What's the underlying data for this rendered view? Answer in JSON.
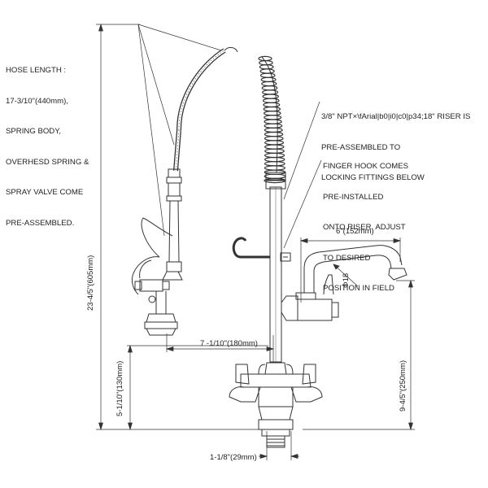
{
  "notes": {
    "hose": [
      "HOSE LENGTH :",
      "17-3/10\"(440mm),",
      "SPRING BODY,",
      "OVERHESD SPRING &",
      "SPRAY VALVE COME",
      "PRE-ASSEMBLED."
    ],
    "riser": [
      "3/8\" NPT×\\fArial|b0|i0|c0|p34;18\" RISER IS",
      "PRE-ASSEMBLED TO",
      "LOCKING FITTINGS BELOW"
    ],
    "hook": [
      "FINGER HOOK COMES",
      "PRE-INSTALLED",
      "ONTO RISER. ADJUST",
      "TO DESIRED",
      "POSITION IN FIELD"
    ]
  },
  "dimensions": {
    "total_height": "23-4/5\"(605mm)",
    "spout_length": "6\"(152mm)",
    "spout_diameter": "Φ18",
    "arm_offset": "7 -1/10\"(180mm)",
    "base_height": "5-1/10\"(130mm)",
    "spout_height": "9-4/5\"(250mm)",
    "inlet_width": "1-1/8\"(29mm)"
  }
}
